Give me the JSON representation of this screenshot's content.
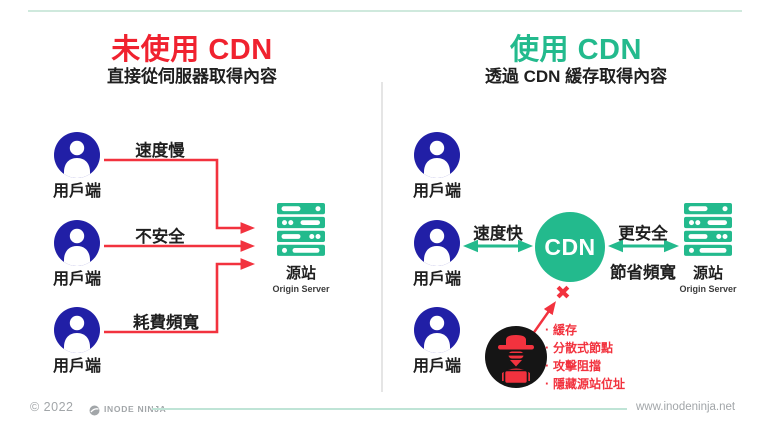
{
  "header": {
    "left": {
      "title": "未使用 CDN",
      "subtitle": "直接從伺服器取得內容"
    },
    "right": {
      "title": "使用 CDN",
      "subtitle": "透過 CDN 緩存取得內容"
    }
  },
  "left_panel": {
    "users": [
      "用戶端",
      "用戶端",
      "用戶端"
    ],
    "flow_labels": [
      "速度慢",
      "不安全",
      "耗費頻寬"
    ],
    "server": {
      "label": "源站",
      "sublabel": "Origin Server"
    }
  },
  "right_panel": {
    "users": [
      "用戶端",
      "用戶端",
      "用戶端"
    ],
    "cdn_label": "CDN",
    "flow_left_label": "速度快",
    "flow_right_top_label": "更安全",
    "flow_right_bottom_label": "節省頻寬",
    "server": {
      "label": "源站",
      "sublabel": "Origin Server"
    },
    "block_mark": "✖",
    "threats": {
      "bullet": "·",
      "items": [
        "緩存",
        "分散式節點",
        "攻擊阻擋",
        "隱藏源站位址"
      ]
    }
  },
  "footer": {
    "copyright": "© 2022",
    "brand": "INODE NINJA",
    "url": "www.inodeninja.net"
  },
  "colors": {
    "red": "#f0222f",
    "green": "#23ba8d",
    "navy": "#211fa6",
    "hacker_black": "#151515",
    "accent_line": "#cfe9dd",
    "footer_gray": "#a2a6a9"
  }
}
